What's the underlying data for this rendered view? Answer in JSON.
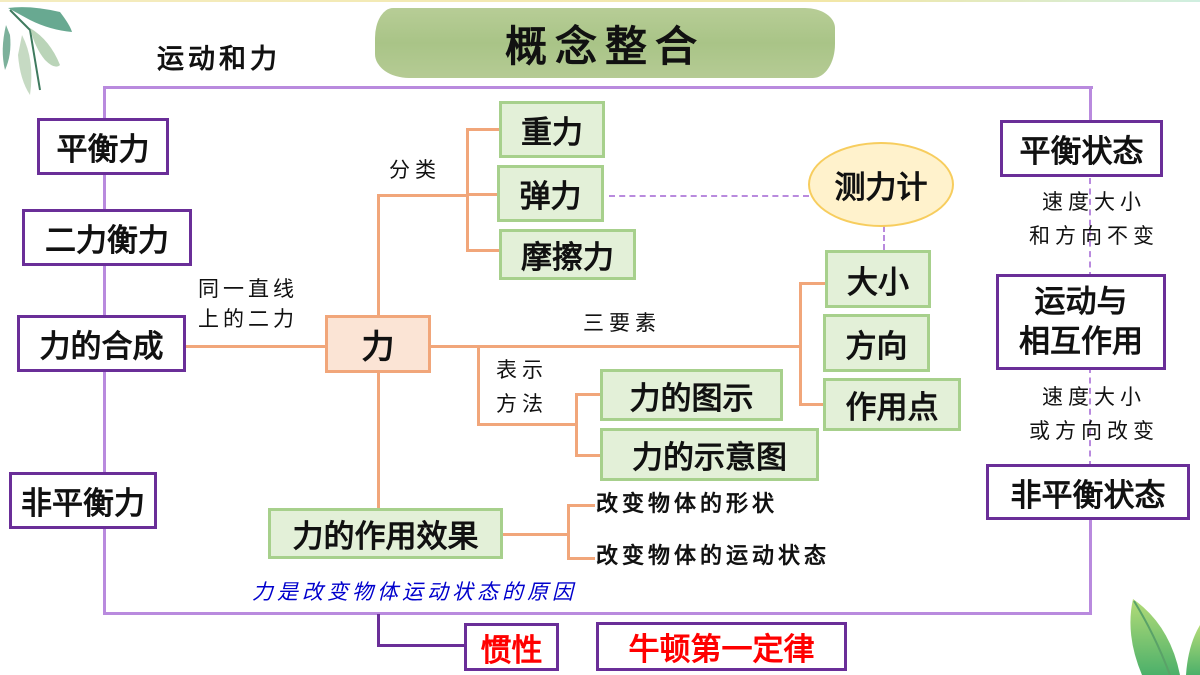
{
  "header": {
    "title": "概念整合",
    "chapter": "运动和力"
  },
  "left_column": {
    "balanced_force": "平衡力",
    "two_force_balance": "二力衡力",
    "force_composition": "力的合成",
    "unbalanced_force": "非平衡力",
    "link_label_line1": "同一直线",
    "link_label_line2": "上的二力"
  },
  "center": {
    "force": "力",
    "classification_label": "分类",
    "classification": [
      "重力",
      "弹力",
      "摩擦力"
    ],
    "measuring_tool": "测力计",
    "three_elements_label": "三要素",
    "three_elements": [
      "大小",
      "方向",
      "作用点"
    ],
    "representation_label_line1": "表示",
    "representation_label_line2": "方法",
    "representation": [
      "力的图示",
      "力的示意图"
    ],
    "effects_title": "力的作用效果",
    "effects": [
      "改变物体的形状",
      "改变物体的运动状态"
    ],
    "cause_statement": "力是改变物体运动状态的原因"
  },
  "right_column": {
    "balanced_state": "平衡状态",
    "balanced_desc_line1": "速度大小",
    "balanced_desc_line2": "和方向不变",
    "motion_interaction_line1": "运动与",
    "motion_interaction_line2": "相互作用",
    "unbalanced_desc_line1": "速度大小",
    "unbalanced_desc_line2": "或方向改变",
    "unbalanced_state": "非平衡状态"
  },
  "bottom": {
    "inertia": "惯性",
    "newton_first_law": "牛顿第一定律"
  },
  "colors": {
    "purple_border": "#6a2e98",
    "purple_line": "#b98ade",
    "orange_line": "#f1a67a",
    "green_fill": "#e3f0d8",
    "green_border": "#a7d08c",
    "orange_fill": "#fbe4d5",
    "ellipse_fill": "#fff2cc",
    "ellipse_border": "#f7cd5e",
    "cause_text": "#0000cc",
    "highlight_red": "#ff0000"
  }
}
